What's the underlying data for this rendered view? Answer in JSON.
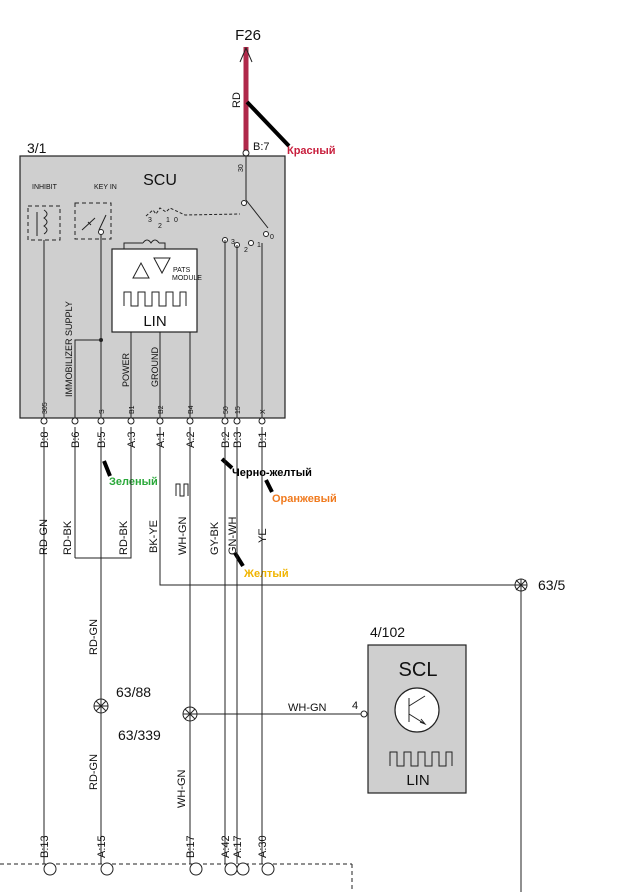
{
  "top_connector": "F26",
  "top_wire": {
    "color_code": "RD",
    "pin": "B:7",
    "note": "Красный",
    "note_color": "#c81e3c"
  },
  "scu": {
    "id": "3/1",
    "title": "SCU",
    "labels": {
      "inhibit": "INHIBIT",
      "key_in": "KEY IN",
      "immobilizer": "IMMOBILIZER SUPPLY",
      "power": "POWER",
      "ground": "GROUND",
      "pats": "PATS",
      "module": "MODULE",
      "lin": "LIN",
      "pin30": "30",
      "sw3": "3",
      "sw2": "2",
      "sw1": "1",
      "sw0": "0",
      "sw3b": "3",
      "sw2b": "2",
      "sw1b": "1",
      "sw0b": "0"
    },
    "pins_inner": [
      "305",
      "",
      "S",
      "B1",
      "B2",
      "B4",
      "50",
      "15",
      "X"
    ],
    "pins_outer": [
      "B:8",
      "B:6",
      "B:5",
      "A:3",
      "A:1",
      "A:2",
      "B:2",
      "B:3",
      "B:1"
    ]
  },
  "wire_colors": [
    "RD-GN",
    "RD-BK",
    "RD-BK",
    "BK-YE",
    "WH-GN",
    "GY-BK",
    "GN-WH",
    "YE"
  ],
  "notes": {
    "green": {
      "text": "Зеленый",
      "color": "#2aa83a"
    },
    "black_yellow": {
      "text": "Черно-желтый",
      "color": "#000000"
    },
    "orange": {
      "text": "Оранжевый",
      "color": "#f07a1e"
    },
    "yellow": {
      "text": "Желтый",
      "color": "#f0b400"
    }
  },
  "ground_node": "63/5",
  "splice_88": "63/88",
  "splice_339": "63/339",
  "lower_wires": {
    "rd_gn": "RD-GN",
    "wh_gn": "WH-GN",
    "scl_wire": "WH-GN",
    "scl_pin": "4"
  },
  "scl": {
    "id": "4/102",
    "title": "SCL",
    "lin": "LIN"
  },
  "bottom_pins": [
    "B:13",
    "A:15",
    "B:17",
    "A:42",
    "A:17",
    "A:30"
  ],
  "colors": {
    "box_fill": "#cfcfcf",
    "red_wire": "#b0284a"
  }
}
